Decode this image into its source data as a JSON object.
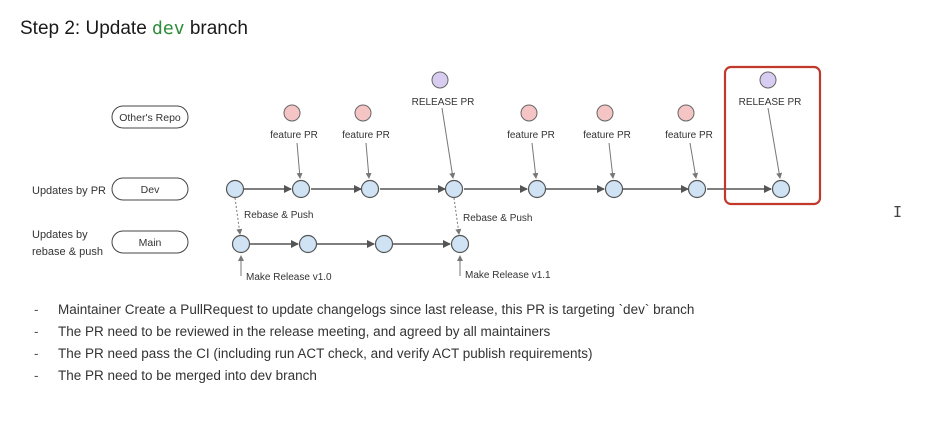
{
  "title": {
    "prefix": "Step 2: Update ",
    "code": "dev",
    "suffix": " branch"
  },
  "row_labels": {
    "updates_by_pr": "Updates by PR",
    "updates_by_rebase_line1": "Updates by",
    "updates_by_rebase_line2": "rebase & push"
  },
  "boxes": {
    "others_repo": "Other's Repo",
    "dev": "Dev",
    "main": "Main"
  },
  "pr_labels": {
    "feature_pr": "feature PR",
    "release_pr": "RELEASE PR"
  },
  "annotations": {
    "rebase_push": "Rebase & Push",
    "make_release_1": "Make Release v1.0",
    "make_release_2": "Make Release v1.1"
  },
  "bullets": [
    "Maintainer Create a PullRequest to update changelogs since last release, this PR is targeting `dev` branch",
    "The PR  need to be reviewed in the release meeting, and agreed by all maintainers",
    "The PR need pass the CI  (including run ACT check, and verify ACT publish requirements)",
    "The PR need to be merged into dev branch"
  ],
  "colors": {
    "commit_fill": "#cfe3f4",
    "feature_pr_fill": "#f5c4c4",
    "release_pr_fill": "#d8cdf0",
    "highlight": "#c0392b",
    "code_green": "#2e8b3a"
  }
}
